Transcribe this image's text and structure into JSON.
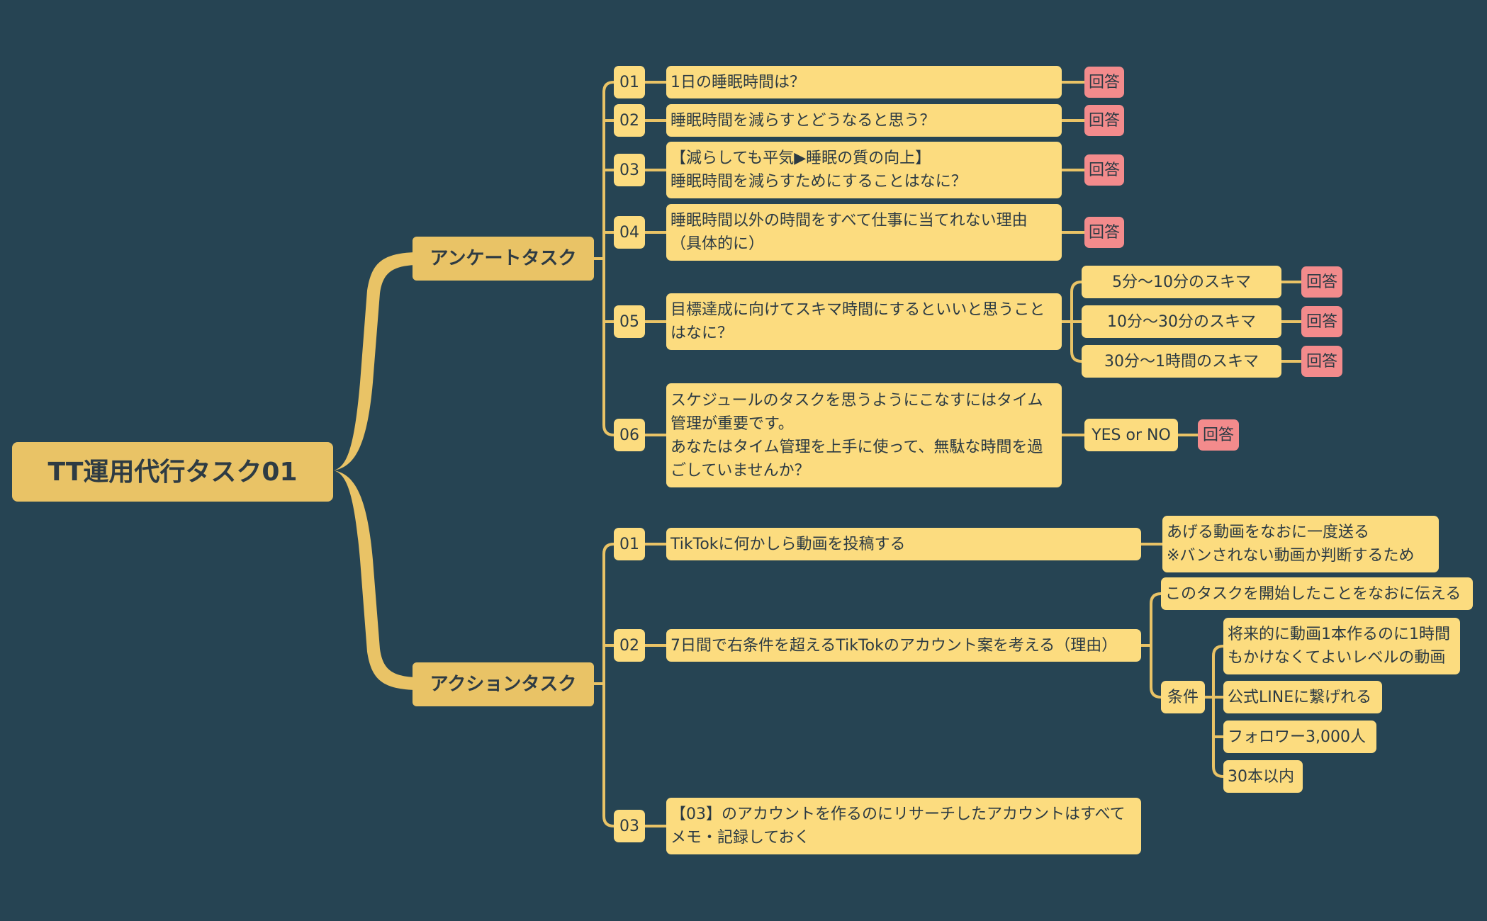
{
  "root": "TT運用代行タスク01",
  "survey": {
    "title": "アンケートタスク",
    "items": [
      {
        "num": "01",
        "text": [
          "1日の睡眠時間は？"
        ],
        "answer": "回答"
      },
      {
        "num": "02",
        "text": [
          "睡眠時間を減らすとどうなると思う？"
        ],
        "answer": "回答"
      },
      {
        "num": "03",
        "text": [
          "【減らしても平気▶睡眠の質の向上】",
          "睡眠時間を減らすためにすることはなに？"
        ],
        "answer": "回答"
      },
      {
        "num": "04",
        "text": [
          "睡眠時間以外の時間をすべて仕事に当てれない理由",
          "（具体的に）"
        ],
        "answer": "回答"
      },
      {
        "num": "05",
        "text": [
          "目標達成に向けてスキマ時間にするといいと思うこと",
          "はなに？"
        ],
        "subs": [
          {
            "label": "5分〜10分のスキマ",
            "answer": "回答"
          },
          {
            "label": "10分〜30分のスキマ",
            "answer": "回答"
          },
          {
            "label": "30分〜1時間のスキマ",
            "answer": "回答"
          }
        ]
      },
      {
        "num": "06",
        "text": [
          "スケジュールのタスクを思うようにこなすにはタイム",
          "管理が重要です。",
          "あなたはタイム管理を上手に使って、無駄な時間を過",
          "ごしていませんか？"
        ],
        "sub": {
          "label": "YES or NO",
          "answer": "回答"
        }
      }
    ]
  },
  "action": {
    "title": "アクションタスク",
    "items": [
      {
        "num": "01",
        "text": [
          "TikTokに何かしら動画を投稿する"
        ],
        "note": [
          "あげる動画をなおに一度送る",
          "※バンされない動画か判断するため"
        ]
      },
      {
        "num": "02",
        "text": [
          "7日間で右条件を超えるTikTokのアカウント案を考える（理由）"
        ],
        "note": [
          "このタスクを開始したことをなおに伝える"
        ],
        "conditions_label": "条件",
        "conditions": [
          [
            "将来的に動画1本作るのに1時間",
            "もかけなくてよいレベルの動画"
          ],
          [
            "公式LINEに繋げれる"
          ],
          [
            "フォロワー3,000人"
          ],
          [
            "30本以内"
          ]
        ]
      },
      {
        "num": "03",
        "text": [
          "【03】のアカウントを作るのにリサーチしたアカウントはすべて",
          "メモ・記録しておく"
        ]
      }
    ]
  },
  "colors": {
    "background": "#264453",
    "node": "#FCDC7F",
    "branch": "#E9C366",
    "answer": "#F38B8C",
    "line": "#E9C366"
  }
}
